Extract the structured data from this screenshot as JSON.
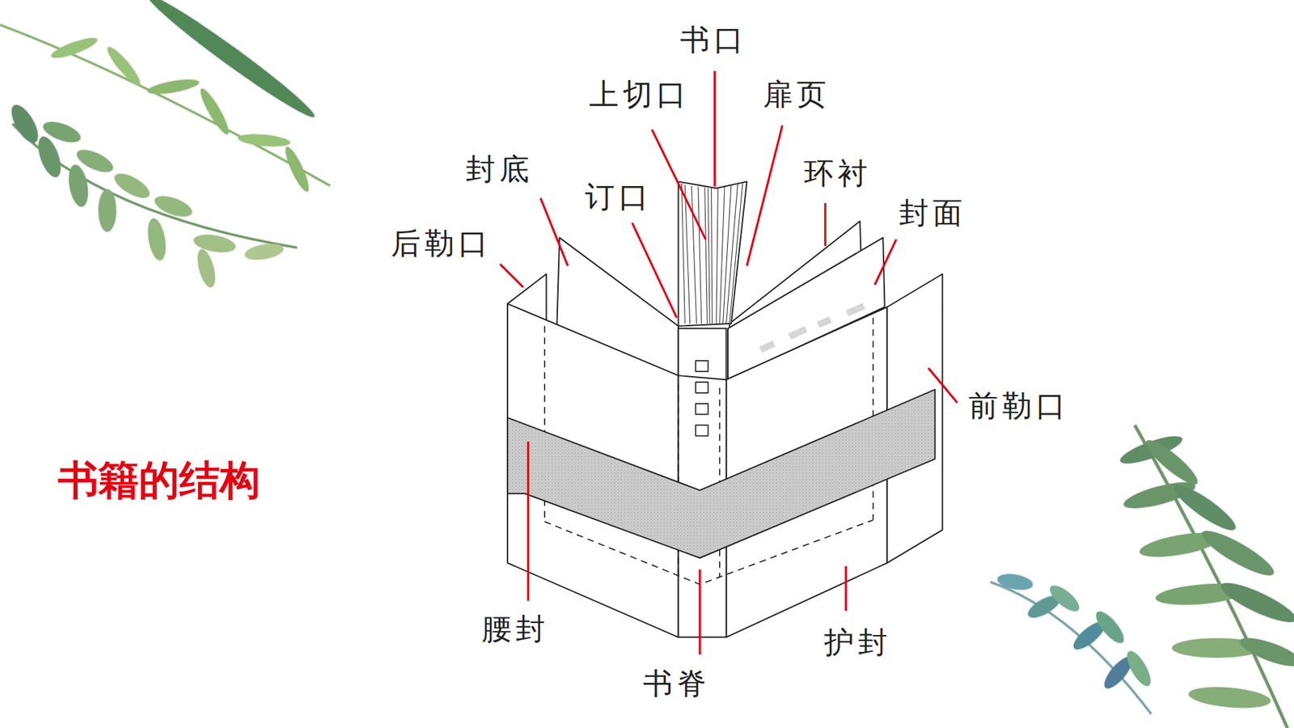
{
  "diagram": {
    "title": "书籍的结构",
    "labels": [
      "书口",
      "上切口",
      "扉页",
      "封底",
      "订口",
      "环衬",
      "封面",
      "后勒口",
      "前勒口",
      "腰封",
      "书脊",
      "护封"
    ]
  }
}
